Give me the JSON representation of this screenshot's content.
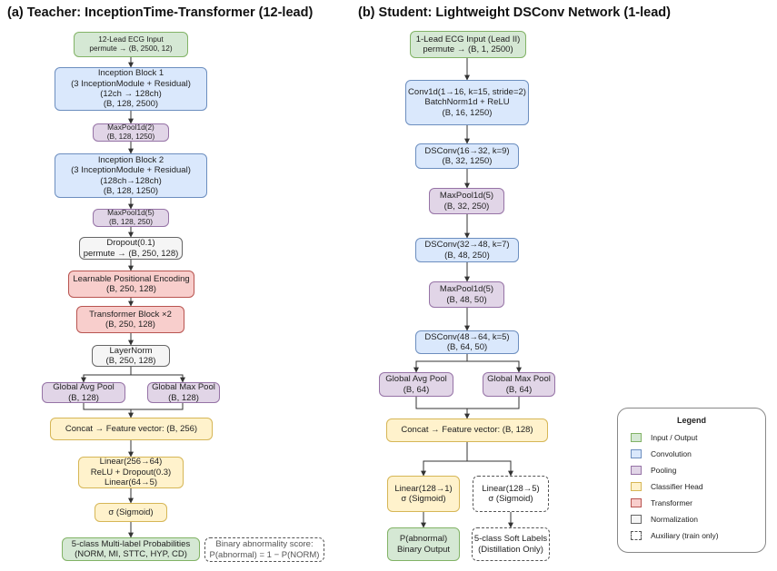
{
  "titles": {
    "teacher": "(a)  Teacher: InceptionTime-Transformer (12-lead)",
    "student": "(b)  Student: Lightweight DSConv Network (1-lead)"
  },
  "teacher": {
    "input": [
      "12-Lead ECG Input",
      "permute → (B, 2500, 12)"
    ],
    "inception1": [
      "Inception Block 1",
      "(3 InceptionModule + Residual)",
      "(12ch → 128ch)",
      "(B, 128, 2500)"
    ],
    "maxpool1": [
      "MaxPool1d(2)",
      "(B, 128, 1250)"
    ],
    "inception2": [
      "Inception Block 2",
      "(3 InceptionModule + Residual)",
      "(128ch→128ch)",
      "(B, 128, 1250)"
    ],
    "maxpool2": [
      "MaxPool1d(5)",
      "(B, 128, 250)"
    ],
    "dropout": [
      "Dropout(0.1)",
      "permute → (B, 250, 128)"
    ],
    "posenc": [
      "Learnable Positional Encoding",
      "(B, 250, 128)"
    ],
    "transformer": [
      "Transformer Block ×2",
      "(B, 250, 128)"
    ],
    "layernorm": [
      "LayerNorm",
      "(B, 250, 128)"
    ],
    "avgpool": [
      "Global Avg Pool",
      "(B, 128)"
    ],
    "maxpool_g": [
      "Global Max Pool",
      "(B, 128)"
    ],
    "concat": [
      "Concat → Feature vector: (B, 256)"
    ],
    "linear": [
      "Linear(256→64)",
      "ReLU + Dropout(0.3)",
      "Linear(64→5)"
    ],
    "sigmoid": [
      "σ (Sigmoid)"
    ],
    "output": [
      "5-class Multi-label Probabilities",
      "(NORM, MI, STTC, HYP, CD)"
    ],
    "note": [
      "Binary abnormality score:",
      "P(abnormal) = 1 − P(NORM)"
    ]
  },
  "student": {
    "input": [
      "1-Lead ECG Input (Lead II)",
      "permute → (B, 1, 2500)"
    ],
    "conv1": [
      "Conv1d(1→16, k=15, stride=2)",
      "BatchNorm1d + ReLU",
      "(B, 16, 1250)"
    ],
    "dsconv1": [
      "DSConv(16→32, k=9)",
      "(B, 32, 1250)"
    ],
    "maxpool1": [
      "MaxPool1d(5)",
      "(B, 32, 250)"
    ],
    "dsconv2": [
      "DSConv(32→48, k=7)",
      "(B, 48, 250)"
    ],
    "maxpool2": [
      "MaxPool1d(5)",
      "(B, 48, 50)"
    ],
    "dsconv3": [
      "DSConv(48→64, k=5)",
      "(B, 64, 50)"
    ],
    "avgpool": [
      "Global Avg Pool",
      "(B, 64)"
    ],
    "maxpool_g": [
      "Global Max Pool",
      "(B, 64)"
    ],
    "concat": [
      "Concat → Feature vector: (B, 128)"
    ],
    "linear1": [
      "Linear(128→1)",
      "σ (Sigmoid)"
    ],
    "linear5": [
      "Linear(128→5)",
      "σ (Sigmoid)"
    ],
    "out_binary": [
      "P(abnormal)",
      "Binary Output"
    ],
    "out_soft": [
      "5-class Soft Labels",
      "(Distillation Only)"
    ]
  },
  "legend": {
    "title": "Legend",
    "items": [
      {
        "label": "Input / Output",
        "fill": "#d5e8d4",
        "stroke": "#82b366",
        "style": "solid"
      },
      {
        "label": "Convolution",
        "fill": "#dae8fc",
        "stroke": "#6c8ebf",
        "style": "solid"
      },
      {
        "label": "Pooling",
        "fill": "#e1d5e7",
        "stroke": "#9673a6",
        "style": "solid"
      },
      {
        "label": "Classifier Head",
        "fill": "#fff2cc",
        "stroke": "#d6b656",
        "style": "solid"
      },
      {
        "label": "Transformer",
        "fill": "#f8cecc",
        "stroke": "#b85450",
        "style": "solid"
      },
      {
        "label": "Normalization",
        "fill": "#f5f5f5",
        "stroke": "#666666",
        "style": "solid"
      },
      {
        "label": "Auxiliary (train only)",
        "fill": "#ffffff",
        "stroke": "#555555",
        "style": "dashed"
      }
    ]
  }
}
